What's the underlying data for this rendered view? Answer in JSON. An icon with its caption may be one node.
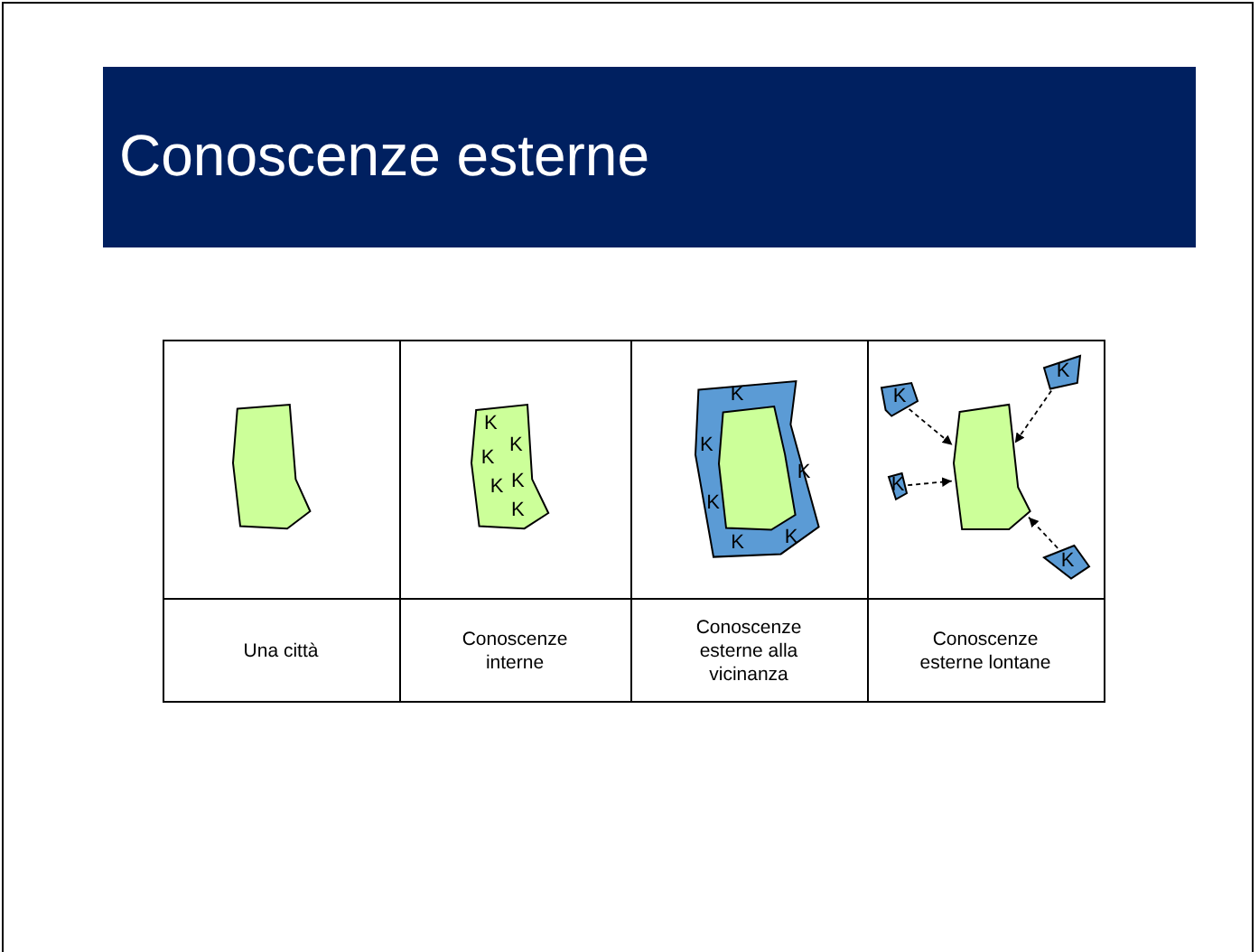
{
  "diagram": {
    "title": "Conoscenze esterne",
    "nodes": [
      {
        "text": [],
        "shape": "polygon"
      },
      {
        "text": [
          "K",
          "K",
          "K",
          "K",
          "K",
          "K"
        ]
      },
      {
        "text": [
          "K",
          "K",
          "K",
          "K",
          "K",
          "K"
        ]
      },
      {
        "text": [],
        "shape": "polygon",
        "in": 2
      },
      {
        "text": [
          "K"
        ]
      },
      {
        "text": [
          "K"
        ]
      },
      {
        "text": [],
        "shape": "polygon"
      },
      {
        "text": [
          "K"
        ]
      },
      {
        "text": [
          "K"
        ]
      }
    ],
    "edges": [
      {
        "from": 4,
        "to": 6,
        "arrow": "to",
        "style": "dashed"
      },
      {
        "from": 5,
        "to": 6,
        "arrow": "to",
        "style": "dashed"
      },
      {
        "from": 7,
        "to": 6,
        "arrow": "to",
        "style": "dashed"
      },
      {
        "from": 8,
        "to": 6,
        "arrow": "to",
        "style": "dashed"
      }
    ],
    "labels": [
      "Una città",
      "Conoscenze interne",
      "Conoscenze esterne alla vicinanza",
      "Conoscenze esterne lontane"
    ]
  }
}
